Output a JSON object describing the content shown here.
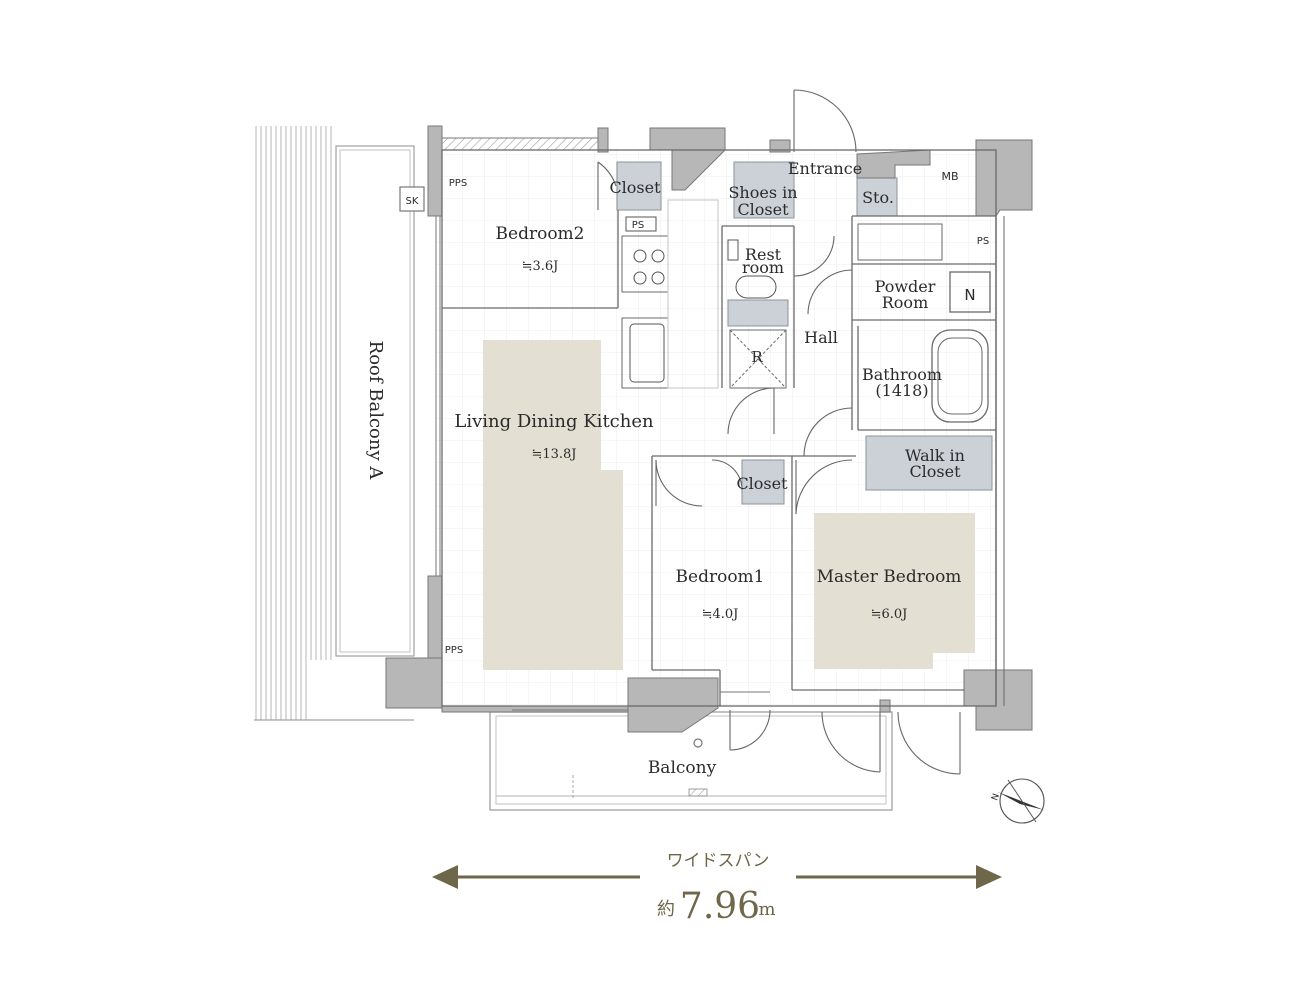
{
  "rooms": {
    "bedroom2": {
      "name": "Bedroom2",
      "size": "≒3.6J"
    },
    "ldk": {
      "name": "Living Dining Kitchen",
      "size": "≒13.8J"
    },
    "bedroom1": {
      "name": "Bedroom1",
      "size": "≒4.0J"
    },
    "master": {
      "name": "Master Bedroom",
      "size": "≒6.0J"
    },
    "closet_b2": "Closet",
    "closet_b1": "Closet",
    "shoes_1": "Shoes in",
    "shoes_2": "Closet",
    "entrance": "Entrance",
    "storage": "Sto.",
    "mb": "MB",
    "rest_1": "Rest",
    "rest_2": "room",
    "powder_1": "Powder",
    "powder_2": "Room",
    "n_mark": "N",
    "hall": "Hall",
    "fridge": "R",
    "bath_1": "Bathroom",
    "bath_2": "(1418)",
    "wic_1": "Walk in",
    "wic_2": "Closet",
    "balcony": "Balcony",
    "roof_balcony": "Roof Balcony A"
  },
  "tags": {
    "pps_top": "PPS",
    "pps_bottom": "PPS",
    "ps_kitchen": "PS",
    "ps_right": "PS",
    "sk": "SK"
  },
  "span": {
    "label": "ワイドスパン",
    "prefix": "約",
    "value": "7.96",
    "unit": "m"
  },
  "colors": {
    "accent": "#6e674a",
    "floor_highlight": "#e4dfd3",
    "wall": "#b7b7b7",
    "closet": "#ccd1d8"
  }
}
